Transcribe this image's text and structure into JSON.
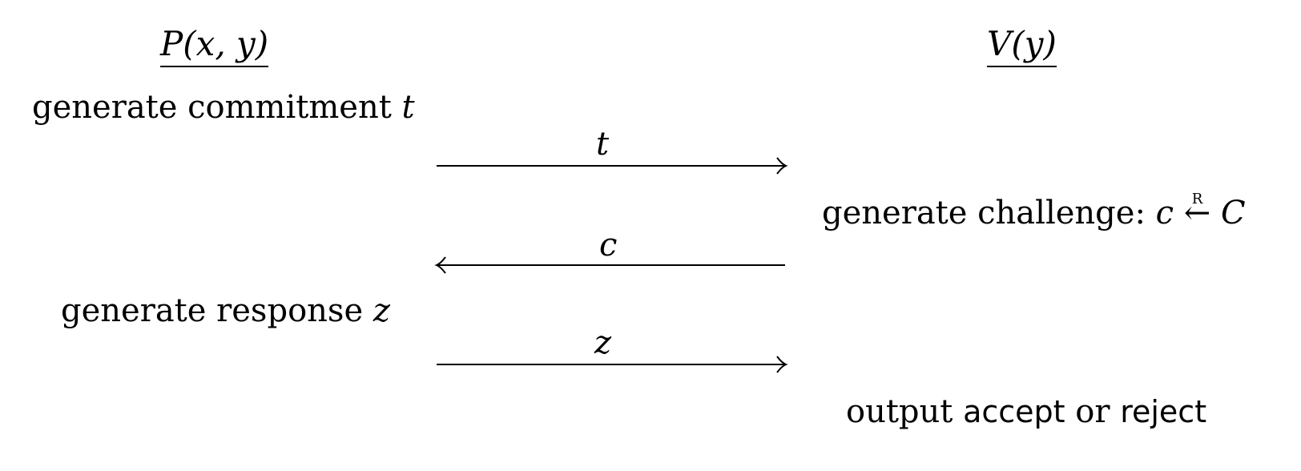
{
  "diagram": {
    "type": "sigma-protocol",
    "prover": {
      "name": "P",
      "args": "(x, y)",
      "steps": [
        {
          "text": "generate commitment",
          "var": "t"
        },
        {
          "text": "generate response",
          "var": "z"
        }
      ]
    },
    "verifier": {
      "name": "V",
      "args": "(y)",
      "steps": [
        {
          "text": "generate challenge:",
          "var": "c",
          "op_label": "R",
          "set": "C"
        },
        {
          "prefix": "output",
          "accept": "accept",
          "or": "or",
          "reject": "reject"
        }
      ]
    },
    "messages": [
      {
        "label": "t",
        "direction": "right"
      },
      {
        "label": "c",
        "direction": "left"
      },
      {
        "label": "z",
        "direction": "right"
      }
    ]
  }
}
